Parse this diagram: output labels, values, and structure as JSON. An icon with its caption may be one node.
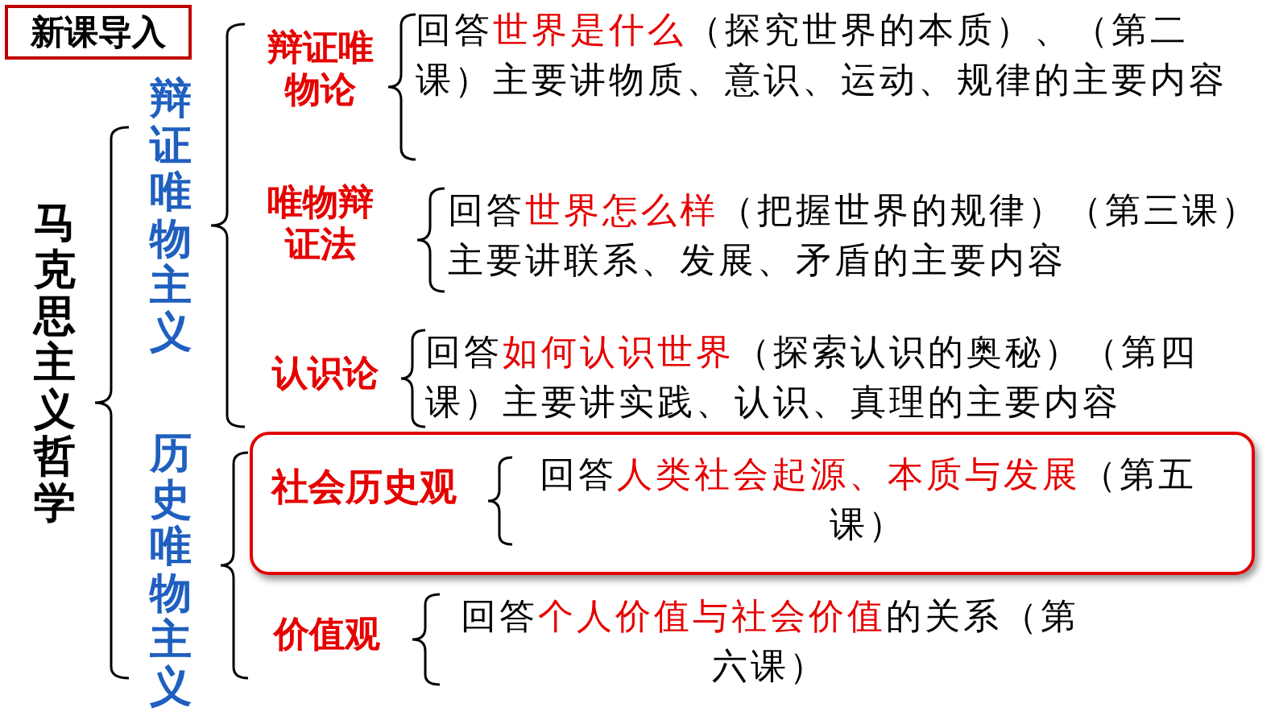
{
  "diagram": {
    "nodes": [
      {
        "text": [
          "新课导入"
        ]
      },
      {
        "text": [
          "社会历史观",
          "回答**人类社会起源、本质与发展**（第五课）"
        ]
      }
    ],
    "edges": [],
    "labels": [
      "马克思主义哲学",
      "辩证唯物主义",
      "辩证唯物论",
      "回答**世界是什么**（探究世界的本质）、（第二课）主要讲物质、意识、运动、规律的主要内容",
      "唯物辩证法",
      "回答**世界怎么样**（把握世界的规律）（第三课）主要讲联系、发展、矛盾的主要内容",
      "认识论",
      "回答**如何认识世界**（探索认识的奥秘）（第四课）主要讲实践、认识、真理的主要内容",
      "历史唯物主义",
      "价值观",
      "回答**个人价值与社会价值**的关系（第六课）"
    ]
  }
}
